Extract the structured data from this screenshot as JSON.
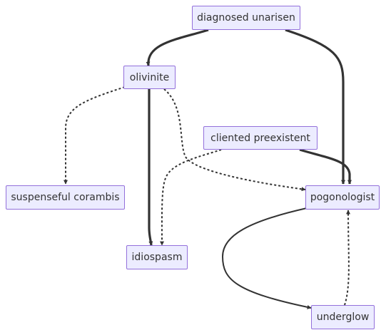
{
  "nodes": {
    "diagnosed_unarisen": "diagnosed unarisen",
    "olivinite": "olivinite",
    "cliented_preexistent": "cliented preexistent",
    "suspenseful_corambis": "suspenseful corambis",
    "pogonologist": "pogonologist",
    "idiospasm": "idiospasm",
    "underglow": "underglow"
  },
  "edges": [
    {
      "from": "diagnosed unarisen",
      "to": "olivinite",
      "style": "thick"
    },
    {
      "from": "diagnosed unarisen",
      "to": "pogonologist",
      "style": "thick"
    },
    {
      "from": "olivinite",
      "to": "suspenseful corambis",
      "style": "dotted"
    },
    {
      "from": "olivinite",
      "to": "idiospasm",
      "style": "thick"
    },
    {
      "from": "olivinite",
      "to": "pogonologist",
      "style": "dotted"
    },
    {
      "from": "cliented preexistent",
      "to": "idiospasm",
      "style": "dotted"
    },
    {
      "from": "cliented preexistent",
      "to": "pogonologist",
      "style": "thick"
    },
    {
      "from": "pogonologist",
      "to": "underglow",
      "style": "normal"
    },
    {
      "from": "underglow",
      "to": "pogonologist",
      "style": "dotted"
    }
  ],
  "colors": {
    "node_fill": "#ececff",
    "node_border": "#9370db",
    "edge": "#333333",
    "text": "#333333"
  }
}
